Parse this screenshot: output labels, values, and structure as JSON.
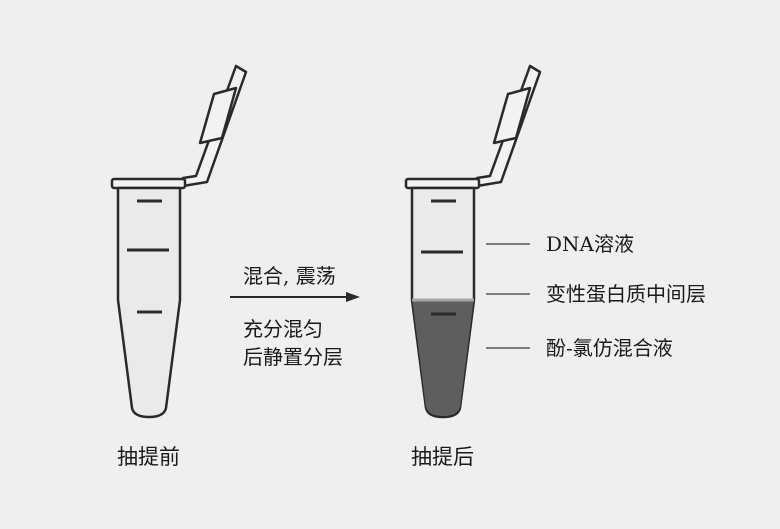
{
  "left_tube": {
    "caption": "抽提前"
  },
  "right_tube": {
    "caption": "抽提后",
    "layers": {
      "top": "DNA溶液",
      "middle": "变性蛋白质中间层",
      "bottom": "酚-氯仿混合液"
    }
  },
  "arrow": {
    "label_above": "混合, 震荡",
    "label_below_1": "充分混匀",
    "label_below_2": "后静置分层"
  },
  "colors": {
    "background": "#efefef",
    "tube_outline": "#2a2a2a",
    "tube_fill": "#e8e8e8",
    "lower_layer": "#5e5e5e"
  }
}
